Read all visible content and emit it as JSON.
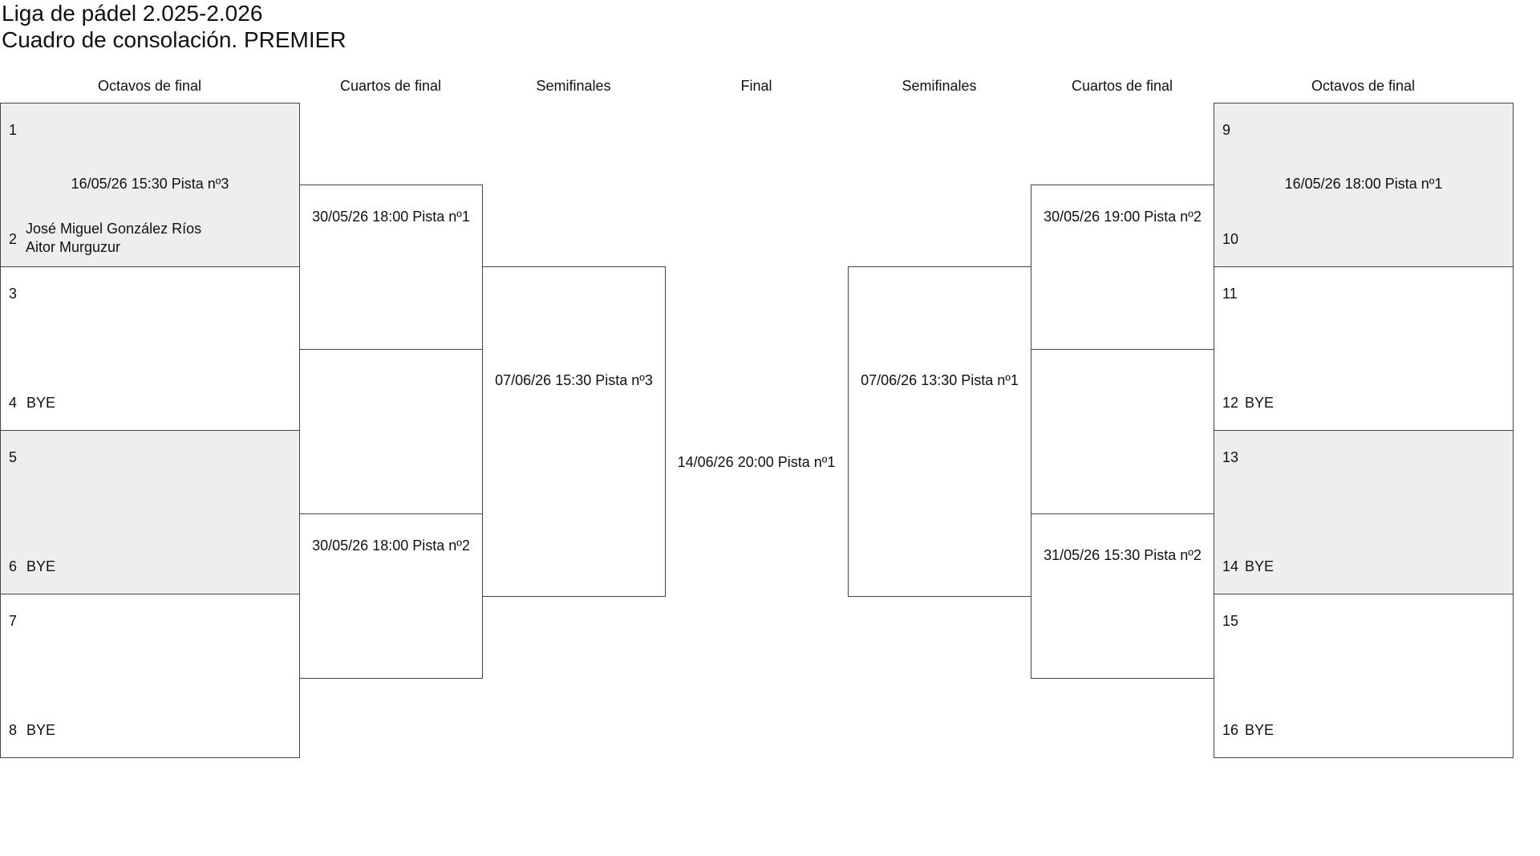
{
  "title": {
    "line1": "Liga de pádel 2.025-2.026",
    "line2": "Cuadro de consolación. PREMIER"
  },
  "columns": {
    "left_r16": "Octavos de final",
    "left_qf": "Cuartos de final",
    "left_sf": "Semifinales",
    "final": "Final",
    "right_sf": "Semifinales",
    "right_qf": "Cuartos de final",
    "right_r16": "Octavos de final"
  },
  "left": {
    "r16": [
      {
        "top_seed": "1",
        "top_name": "",
        "bottom_seed": "2",
        "bottom_name_1": "José Miguel González Ríos",
        "bottom_name_2": "Aitor Murguzur",
        "match": "16/05/26 15:30 Pista nº3"
      },
      {
        "top_seed": "3",
        "top_name": "",
        "bottom_seed": "4",
        "bottom_name": "BYE",
        "match": ""
      },
      {
        "top_seed": "5",
        "top_name": "",
        "bottom_seed": "6",
        "bottom_name": "BYE",
        "match": ""
      },
      {
        "top_seed": "7",
        "top_name": "",
        "bottom_seed": "8",
        "bottom_name": "BYE",
        "match": ""
      }
    ],
    "qf": [
      {
        "match": "30/05/26 18:00 Pista nº1"
      },
      {
        "match": "30/05/26 18:00 Pista nº2"
      }
    ],
    "sf": {
      "match": "07/06/26 15:30 Pista nº3"
    }
  },
  "final": {
    "match": "14/06/26 20:00 Pista nº1"
  },
  "right": {
    "r16": [
      {
        "top_seed": "9",
        "top_name": "",
        "bottom_seed": "10",
        "bottom_name": "",
        "match": "16/05/26 18:00 Pista nº1"
      },
      {
        "top_seed": "11",
        "top_name": "",
        "bottom_seed": "12",
        "bottom_name": "BYE",
        "match": ""
      },
      {
        "top_seed": "13",
        "top_name": "",
        "bottom_seed": "14",
        "bottom_name": "BYE",
        "match": ""
      },
      {
        "top_seed": "15",
        "top_name": "",
        "bottom_seed": "16",
        "bottom_name": "BYE",
        "match": ""
      }
    ],
    "qf": [
      {
        "match": "30/05/26 19:00 Pista nº2"
      },
      {
        "match": "31/05/26 15:30 Pista nº2"
      }
    ],
    "sf": {
      "match": "07/06/26 13:30 Pista nº1"
    }
  }
}
